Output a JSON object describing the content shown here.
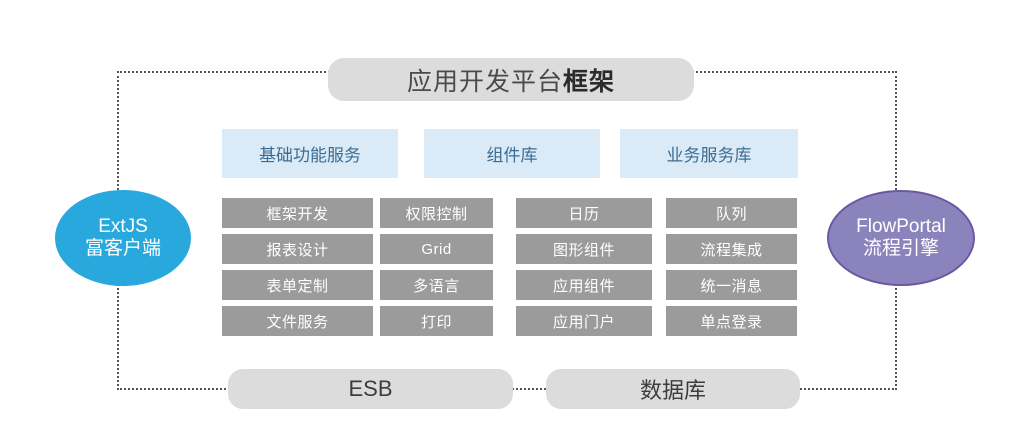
{
  "diagram": {
    "title": {
      "text_light": "应用开发平台",
      "text_bold": "框架",
      "full": "应用开发平台框架"
    },
    "categories": [
      {
        "label": "基础功能服务"
      },
      {
        "label": "组件库"
      },
      {
        "label": "业务服务库"
      }
    ],
    "columns": [
      {
        "cells": [
          "框架开发",
          "报表设计",
          "表单定制",
          "文件服务"
        ]
      },
      {
        "cells": [
          "权限控制",
          "Grid",
          "多语言",
          "打印"
        ]
      },
      {
        "cells": [
          "日历",
          "图形组件",
          "应用组件",
          "应用门户"
        ]
      },
      {
        "cells": [
          "队列",
          "流程集成",
          "统一消息",
          "单点登录"
        ]
      }
    ],
    "left_node": {
      "line1": "ExtJS",
      "line2": "富客户端"
    },
    "right_node": {
      "line1": "FlowPortal",
      "line2": "流程引擎"
    },
    "footer": [
      {
        "label": "ESB"
      },
      {
        "label": "数据库"
      }
    ],
    "colors": {
      "blue_header": "#daeaf6",
      "blue_header_text": "#3b6d93",
      "gray_cell": "#9b9b9b",
      "pill_gray": "#dcdcdc",
      "left_ellipse": "#29a8dd",
      "right_ellipse": "#8b84bc",
      "right_ellipse_border": "#6d57a5",
      "dotted_border": "#53535b"
    }
  }
}
